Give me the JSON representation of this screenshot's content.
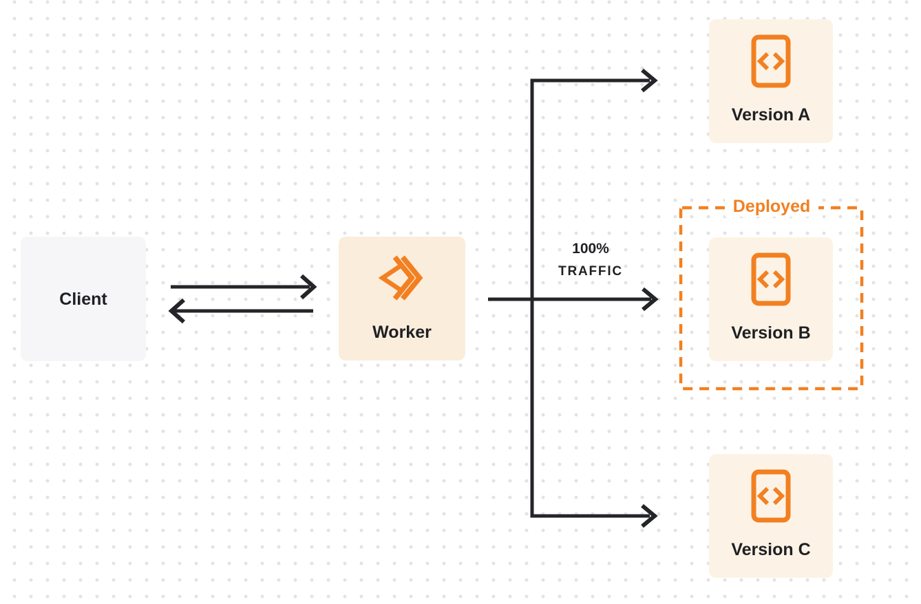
{
  "theme": {
    "accent_orange": "#F28021",
    "arrow_color": "#242528",
    "text_color": "#1F2023",
    "client_bg": "#F6F6F8",
    "worker_bg": "#FAEDDC",
    "version_bg": "#FCF3E6",
    "dot_color": "#E3E3E3",
    "canvas_bg": "#FFFFFF"
  },
  "nodes": {
    "client": {
      "label": "Client"
    },
    "worker": {
      "label": "Worker",
      "icon": "cloudflare-workers-icon"
    },
    "versions": [
      {
        "label": "Version A",
        "icon": "code-icon"
      },
      {
        "label": "Version B",
        "icon": "code-icon",
        "deployed": true
      },
      {
        "label": "Version C",
        "icon": "code-icon"
      }
    ]
  },
  "annotations": {
    "deployed_label": "Deployed",
    "traffic_line1": "100%",
    "traffic_line2": "TRAFFIC"
  }
}
